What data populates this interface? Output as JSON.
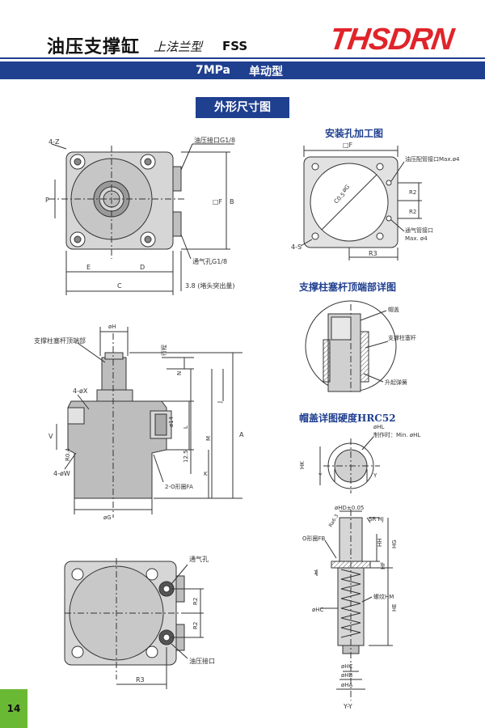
{
  "header": {
    "title": "油压支撑缸",
    "subtitle": "上法兰型",
    "model": "FSS",
    "logo": "THSDRN"
  },
  "band": {
    "pressure": "7MPa",
    "action": "单动型"
  },
  "section": {
    "title": "外形尺寸图"
  },
  "subsections": {
    "install": "安装孔加工图",
    "piston": "支撑柱塞杆顶端部详图",
    "cap": "帽盖详图硬度HRC52"
  },
  "labels": {
    "z4": "4-Z",
    "oil_port_g18": "油压接口G1/8",
    "vent_g18": "通气孔G1/8",
    "p": "P",
    "b": "B",
    "f": "□F",
    "e": "E",
    "d": "D",
    "c": "C",
    "plug": "3.8 (堵头突出量)",
    "f2": "□F",
    "g_diam": "øG",
    "c05": "C0.5",
    "oil_fit": "油压配管接口Max.ø4",
    "r2": "R2",
    "r3": "R3",
    "s4": "4-S",
    "vent_fit_1": "通气管接口",
    "vent_fit_2": "Max. ø4",
    "cap_label": "帽盖",
    "piston_rod": "支撑柱塞杆",
    "spring": "升起弹簧",
    "h_diam": "øH",
    "stroke": "行程",
    "piston_tip": "支撑柱塞杆顶端部",
    "x4": "4-øX",
    "v": "V",
    "r04": "R0.4",
    "w4": "4-øW",
    "n": "N",
    "l": "L",
    "phi14": "ø14",
    "d125": "12.5",
    "m": "M",
    "j": "J",
    "a": "A",
    "k": "K",
    "oring_fa": "2-O形圈FA",
    "g_bottom": "øG",
    "vent_hole": "通气孔",
    "oil_port": "油压接口",
    "hl": "øHL",
    "hl_tol": "制作时：Min. øHL",
    "hk": "HK",
    "y": "Y",
    "hd": "øHD±0.05",
    "ra63": "Ra6.3",
    "srhj": "SR HJ",
    "oring_fb": "O形圈FB",
    "hh": "HH",
    "hg": "HG",
    "hf": "HF",
    "one": "1",
    "hc": "øHC",
    "thread_hm": "螺纹HM",
    "he": "HE",
    "hc2": "øHC",
    "hb": "øHB",
    "ha": "øHA",
    "yy": "Y-Y"
  },
  "page_number": "14"
}
